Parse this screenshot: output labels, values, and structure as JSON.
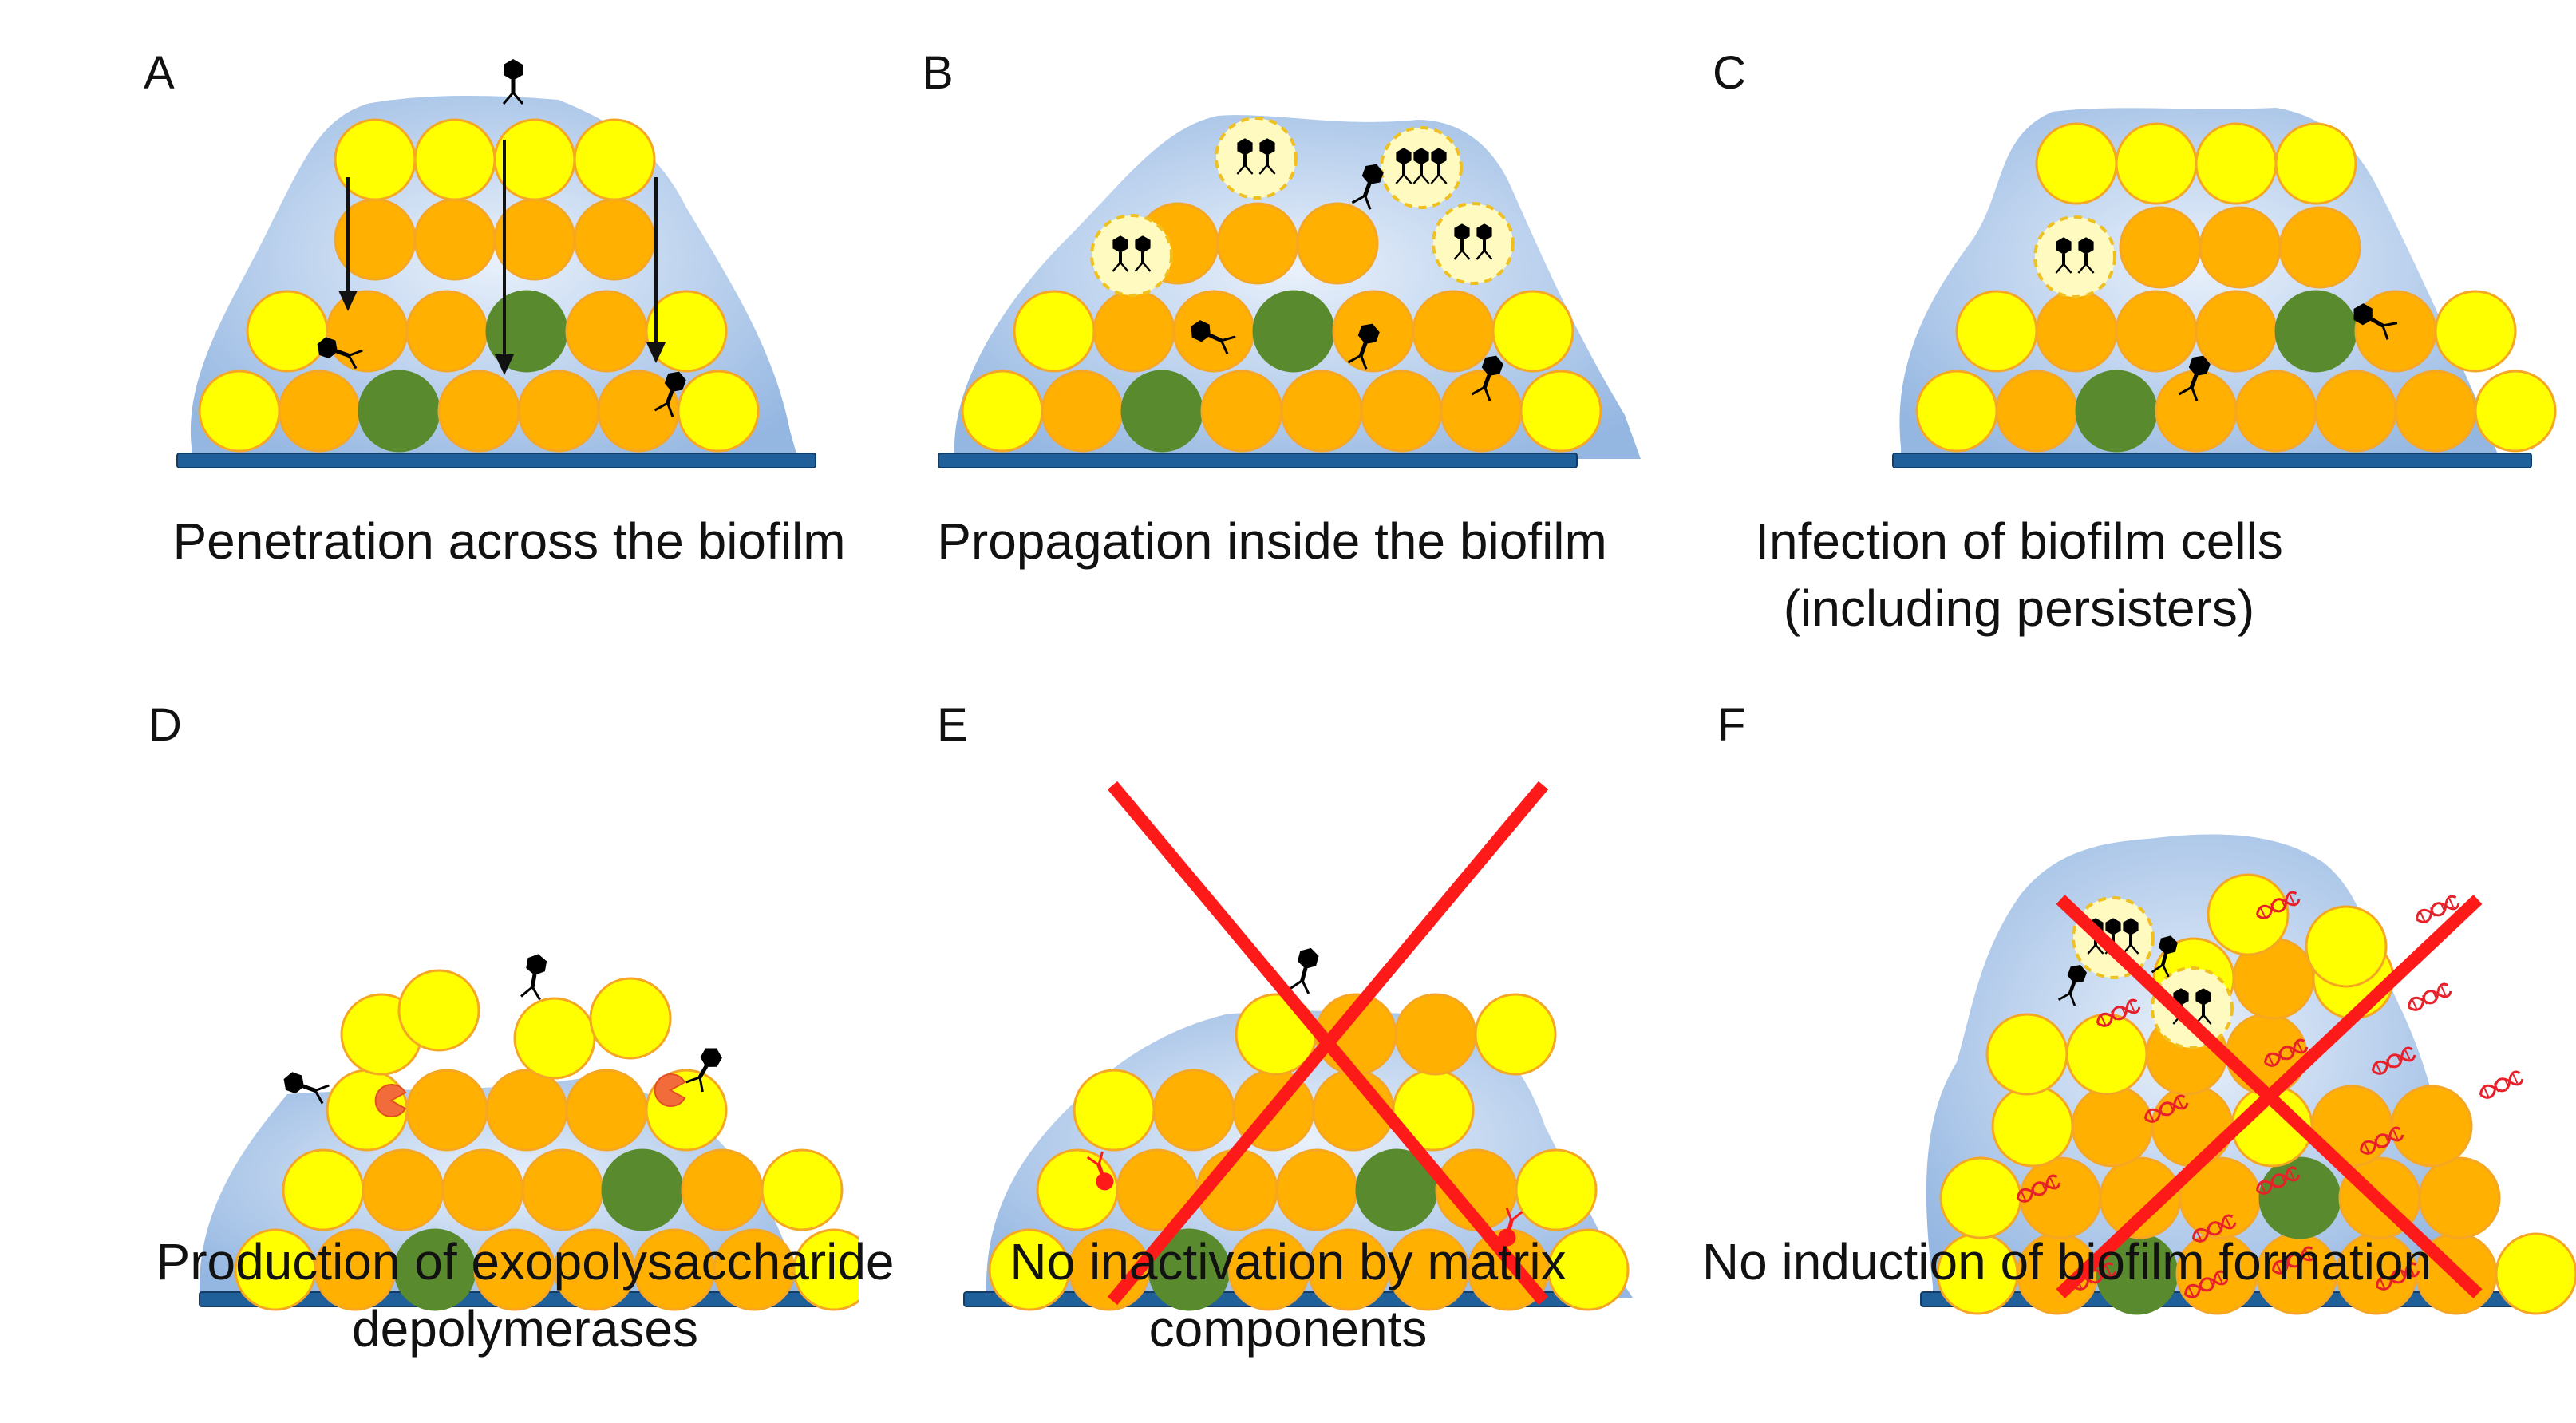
{
  "panels": [
    {
      "letter": "A",
      "caption": [
        "Penetration across the biofilm"
      ]
    },
    {
      "letter": "B",
      "caption": [
        "Propagation inside the biofilm"
      ]
    },
    {
      "letter": "C",
      "caption": [
        "Infection of biofilm cells",
        "(including persisters)"
      ]
    },
    {
      "letter": "D",
      "caption": [
        "Production of exopolysaccharide",
        "depolymerases"
      ]
    },
    {
      "letter": "E",
      "caption": [
        "No inactivation by matrix",
        "components"
      ]
    },
    {
      "letter": "F",
      "caption": [
        "No induction of biofilm formation"
      ]
    }
  ],
  "colors": {
    "matrix": "#c6d9f1",
    "matrix_edge": "#8fb3e0",
    "cell_yellow": "#ffff00",
    "cell_orange": "#ffb000",
    "cell_green": "#5a8a2e",
    "cell_edge": "#f5a623",
    "substrate": "#1f5f9a",
    "phage": "#000000",
    "cross": "#ff1a1a",
    "enzyme": "#f26b3a",
    "dna": "#e8202a",
    "infected_cell": "#fffac0"
  },
  "icons": [
    "phage-icon",
    "arrow-icon",
    "enzyme-icon",
    "dna-icon",
    "cross-icon"
  ]
}
